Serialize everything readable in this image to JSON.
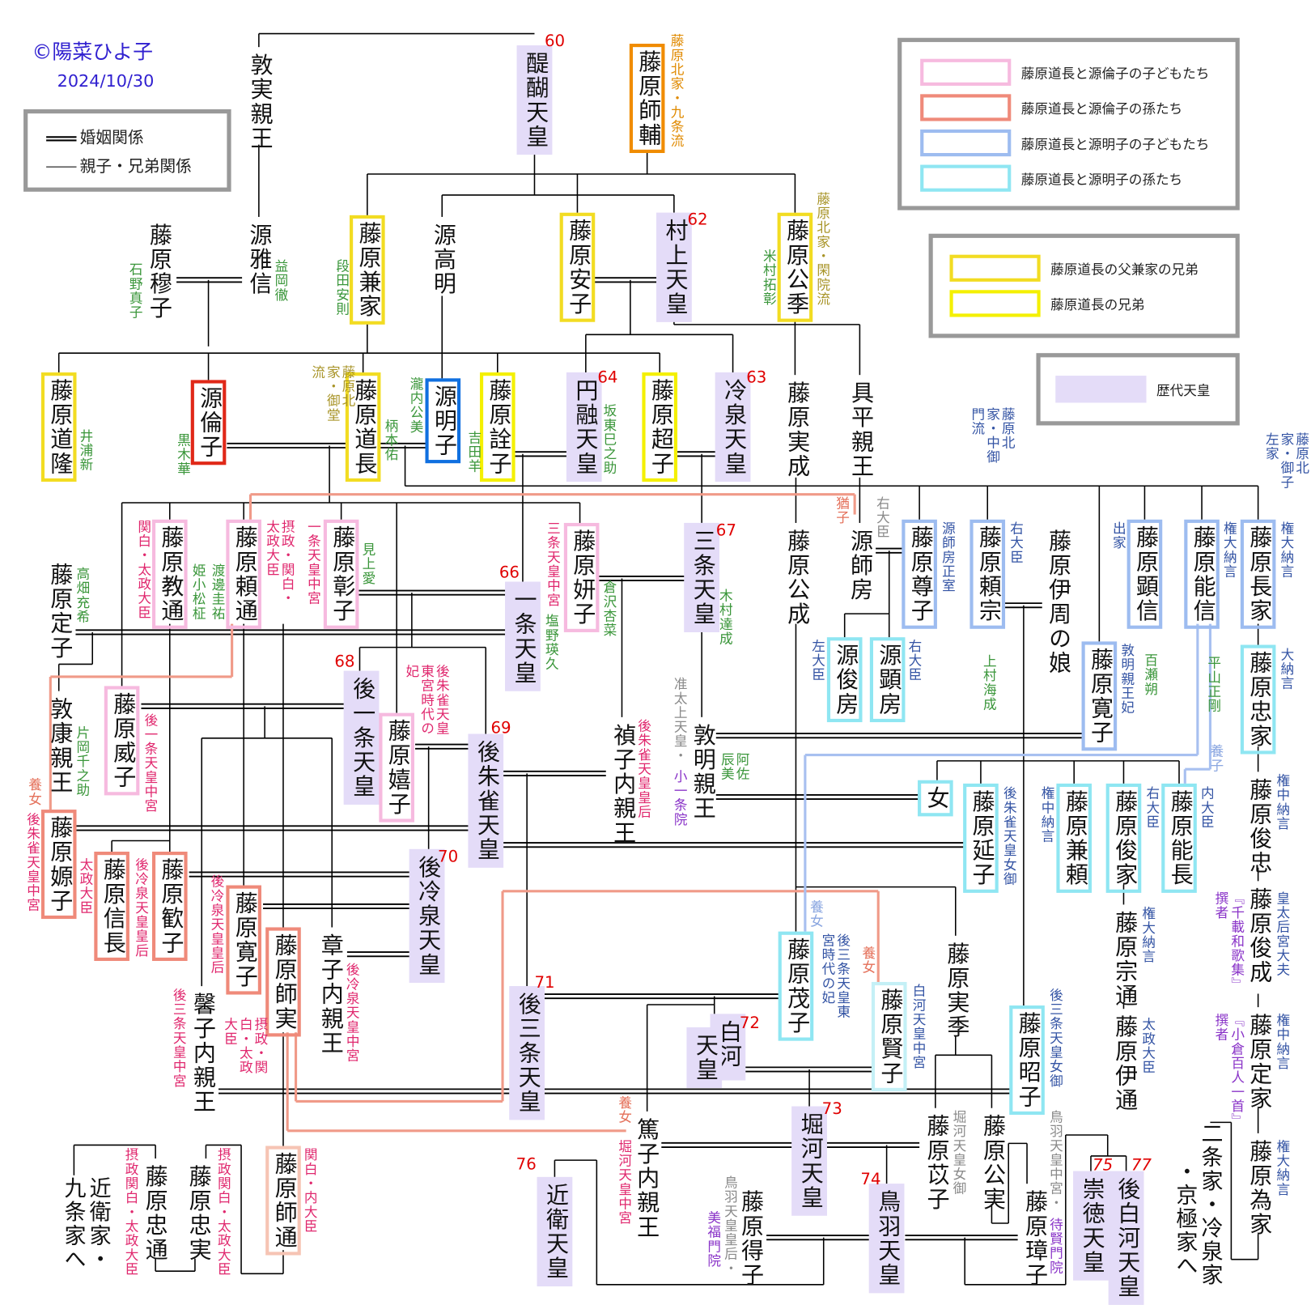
{
  "credit": {
    "author": "©陽菜ひよ子",
    "date": "2024/10/30"
  },
  "legend_lines": {
    "marriage": "婚姻関係",
    "parent_sibling": "親子・兄弟関係"
  },
  "legend_colors": [
    {
      "label": "藤原道長と源倫子の子どもたち",
      "color": "#f6badf"
    },
    {
      "label": "藤原道長と源倫子の孫たち",
      "color": "#ef8a7a"
    },
    {
      "label": "藤原道長と源明子の子どもたち",
      "color": "#9dbcf0"
    },
    {
      "label": "藤原道長と源明子の孫たち",
      "color": "#8fe6f2"
    }
  ],
  "legend_yellow": [
    {
      "label": "藤原道長の父兼家の兄弟",
      "color": "#f2dc22"
    },
    {
      "label": "藤原道長の兄弟",
      "color": "#f4f000"
    }
  ],
  "legend_emperor": {
    "label": "歴代天皇",
    "color": "#e4dcf8"
  },
  "p": {
    "atsuzane": {
      "name": "敦実親王"
    },
    "daigo": {
      "name": "醍醐天皇",
      "num": "60"
    },
    "morosuke": {
      "name": "藤原師輔",
      "lineage": "藤原北家・九条流"
    },
    "bokushi": {
      "name": "藤原穆子",
      "actor": "石野真子"
    },
    "masanobu": {
      "name": "源雅信",
      "actor": "益岡徹"
    },
    "kaneie": {
      "name": "藤原兼家",
      "actor": "段田安則"
    },
    "takaakira": {
      "name": "源高明"
    },
    "anshi": {
      "name": "藤原安子"
    },
    "murakami": {
      "name": "村上天皇",
      "num": "62"
    },
    "kinsue": {
      "name": "藤原公季",
      "actor": "米村拓彰",
      "lineage": "藤原北家・閑院流"
    },
    "michitaka": {
      "name": "藤原道隆",
      "actor": "井浦新"
    },
    "rinshi": {
      "name": "源倫子",
      "actor": "黒木華"
    },
    "michinaga": {
      "name": "藤原道長",
      "actor": "柄本佑",
      "lineage": "藤原北家・御堂流"
    },
    "meishi": {
      "name": "源明子",
      "actor": "瀧内公美"
    },
    "senshi": {
      "name": "藤原詮子",
      "actor": "吉田羊"
    },
    "enyu": {
      "name": "円融天皇",
      "num": "64",
      "actor": "坂東巳之助"
    },
    "choshi": {
      "name": "藤原超子"
    },
    "reizei": {
      "name": "冷泉天皇",
      "num": "63"
    },
    "sanenari": {
      "name": "藤原実成"
    },
    "tomohira": {
      "name": "具平親王"
    },
    "norimichi": {
      "name": "藤原教通",
      "title": "関白・太政大臣"
    },
    "yorimichi": {
      "name": "藤原頼通",
      "actor": "渡邊圭祐",
      "actor_child": "姫小松柾",
      "title": "摂政・関白・太政大臣"
    },
    "shoshi": {
      "name": "藤原彰子",
      "title": "一条天皇中宮",
      "actor": "見上愛"
    },
    "ichijo": {
      "name": "一条天皇",
      "num": "66",
      "actor": "塩野瑛久"
    },
    "kenshi": {
      "name": "藤原妍子",
      "title": "三条天皇中宮",
      "actor": "倉沢杏菜"
    },
    "sanjo": {
      "name": "三条天皇",
      "num": "67",
      "actor": "木村達成"
    },
    "kinnari": {
      "name": "藤原公成"
    },
    "morofusa": {
      "name": "源師房",
      "title": "右大臣",
      "note": "猶子"
    },
    "sonshi": {
      "name": "藤原尊子",
      "title": "源師房正室"
    },
    "yorimune": {
      "name": "藤原頼宗",
      "title": "右大臣",
      "actor": "上村海成",
      "lineage": "藤原北家・中御門流"
    },
    "korechika_daughter": {
      "name": "藤原伊周の娘"
    },
    "akinobu": {
      "name": "藤原顕信",
      "title": "出家",
      "actor": "百瀬朔"
    },
    "yoshinobu": {
      "name": "藤原能信",
      "title": "権大納言",
      "actor": "平山正剛"
    },
    "nagaie": {
      "name": "藤原長家",
      "title": "権大納言",
      "lineage": "藤原北家・御子左家"
    },
    "toshifusa": {
      "name": "源俊房",
      "title": "左大臣"
    },
    "akifusa": {
      "name": "源顕房",
      "title": "右大臣"
    },
    "kanshi_a": {
      "name": "藤原寛子",
      "title": "敦明親王妃"
    },
    "tadaie": {
      "name": "藤原忠家",
      "title": "大納言"
    },
    "teishi": {
      "name": "藤原定子",
      "actor": "高畑充希"
    },
    "atsuyasu": {
      "name": "敦康親王",
      "actor": "片岡千之助"
    },
    "genshi": {
      "name": "藤原嫄子",
      "note": "養女",
      "title": "後朱雀天皇中宮"
    },
    "ishi": {
      "name": "藤原威子",
      "title": "後一条天皇中宮"
    },
    "goichijo": {
      "name": "後一条天皇",
      "num": "68"
    },
    "kishi": {
      "name": "藤原嬉子",
      "title": "後朱雀天皇東宮時代の妃"
    },
    "gosuzaku": {
      "name": "後朱雀天皇",
      "num": "69"
    },
    "teishi_n": {
      "name": "禎子内親王",
      "title": "後朱雀天皇皇后"
    },
    "atsuakira": {
      "name": "敦明親王",
      "title": "准太上天皇・",
      "title2": "小一条院",
      "actor": "阿佐辰美"
    },
    "onna": {
      "name": "女"
    },
    "enshi": {
      "name": "藤原延子",
      "title": "後朱雀天皇女御"
    },
    "kaneyori": {
      "name": "藤原兼頼",
      "title": "権中納言"
    },
    "toshiie": {
      "name": "藤原俊家",
      "title": "右大臣"
    },
    "yoshinaga": {
      "name": "藤原能長",
      "title": "内大臣",
      "note": "養子"
    },
    "toshitada": {
      "name": "藤原俊忠",
      "title": "権中納言"
    },
    "nobunaga": {
      "name": "藤原信長",
      "title": "太政大臣"
    },
    "kanshi_k": {
      "name": "藤原歓子",
      "title": "後冷泉天皇皇后"
    },
    "goreizei": {
      "name": "後冷泉天皇",
      "num": "70"
    },
    "kanshi_b": {
      "name": "藤原寛子",
      "title": "後冷泉天皇皇后"
    },
    "morozane": {
      "name": "藤原師実",
      "title": "摂政・関白・太政大臣"
    },
    "shoshi_n": {
      "name": "章子内親王",
      "title": "後冷泉天皇中宮"
    },
    "keishi": {
      "name": "馨子内親王",
      "title": "後三条天皇中宮"
    },
    "sanesue": {
      "name": "藤原実季"
    },
    "gosanjo": {
      "name": "後三条天皇",
      "num": "71"
    },
    "shirakawa": {
      "name_a": "白河",
      "name_b": "天皇",
      "num": "72"
    },
    "moshi": {
      "name": "藤原茂子",
      "title": "後三条天皇東宮時代の妃",
      "note": "養女"
    },
    "kenshi_s": {
      "name": "藤原賢子",
      "title": "白河天皇中宮",
      "note": "養女"
    },
    "shoshi_f": {
      "name": "藤原昭子",
      "title": "後三条天皇女御"
    },
    "munemichi": {
      "name": "藤原宗通",
      "title": "権大納言"
    },
    "koremichi": {
      "name": "藤原伊通",
      "title": "太政大臣"
    },
    "toshinari": {
      "name": "藤原俊成",
      "title": "皇太后宮大夫",
      "work": "『千載和歌集』",
      "role": "撰者"
    },
    "teika": {
      "name": "藤原定家",
      "title": "権中納言",
      "work": "『小倉百人一首』",
      "role": "撰者"
    },
    "tameie": {
      "name": "藤原為家",
      "title": "権大納言"
    },
    "tokushi": {
      "name": "篤子内親王",
      "note": "養女",
      "title": "堀河天皇中宮"
    },
    "horikawa": {
      "name": "堀河天皇",
      "num": "73"
    },
    "ishi_h": {
      "name": "藤原苡子",
      "title": "堀河天皇女御"
    },
    "kinzane": {
      "name": "藤原公実"
    },
    "toba": {
      "name": "鳥羽天皇",
      "num": "74"
    },
    "nariko": {
      "name": "藤原得子",
      "title": "鳥羽天皇皇后・",
      "title2": "美福門院"
    },
    "shoshi_t": {
      "name": "藤原璋子",
      "title": "鳥羽天皇中宮・",
      "title2": "待賢門院"
    },
    "sutoku": {
      "name": "崇徳天皇",
      "num": "75"
    },
    "goshirakawa": {
      "name": "後白河天皇",
      "num": "77"
    },
    "konoe": {
      "name": "近衛天皇",
      "num": "76"
    },
    "moromichi": {
      "name": "藤原師通",
      "title": "関白・内大臣"
    },
    "tadazane": {
      "name": "藤原忠実",
      "title": "摂政関白・太政大臣"
    },
    "tadamichi": {
      "name": "藤原忠通",
      "title": "摂政関白・太政大臣"
    }
  },
  "descendants": {
    "konoe_kujo": "近衛家・九条家へ",
    "nijo_reizei": "二条家・冷泉家",
    "kyogoku": "・京極家へ"
  }
}
